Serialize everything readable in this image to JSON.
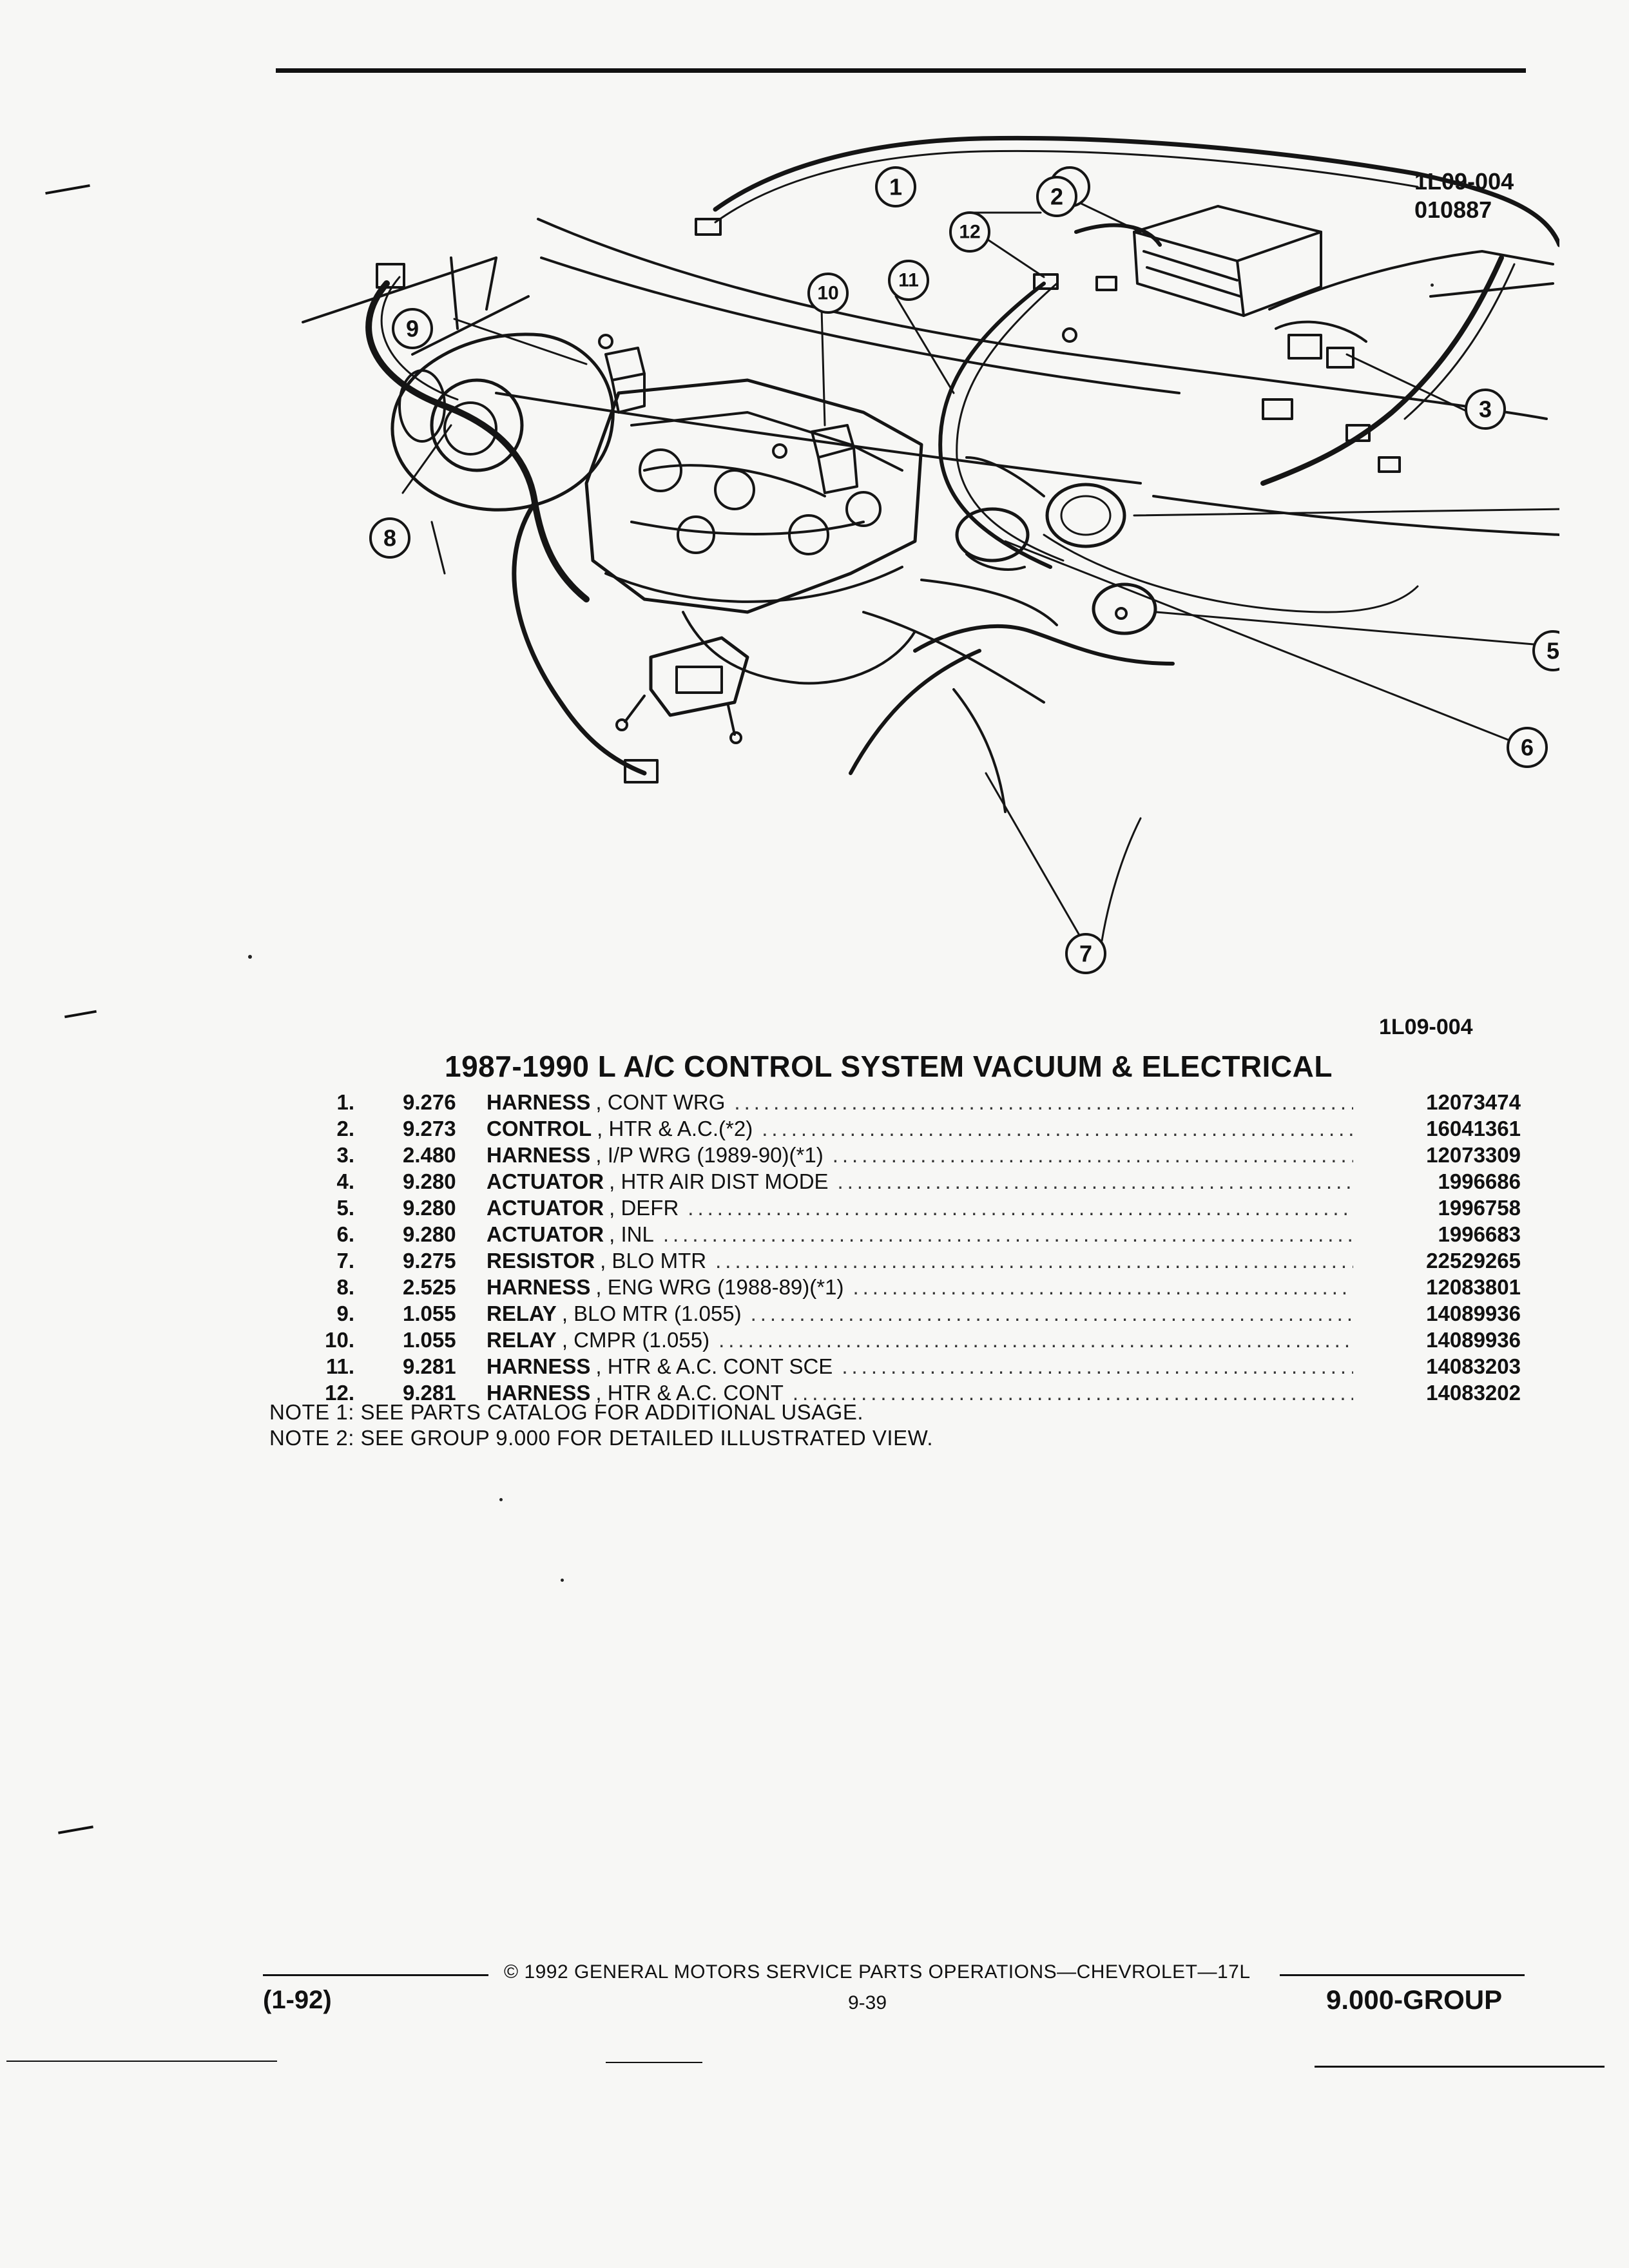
{
  "figure": {
    "id_top": [
      "1L09-004",
      "010887"
    ],
    "id_bottom": "1L09-004",
    "callouts": [
      "1",
      "2",
      "3",
      "4",
      "5",
      "6",
      "7",
      "8",
      "9",
      "10",
      "11",
      "12"
    ]
  },
  "title": "1987-1990 L A/C CONTROL SYSTEM VACUUM & ELECTRICAL",
  "parts": [
    {
      "num": "1.",
      "group": "9.276",
      "name": "HARNESS",
      "desc": ", CONT WRG",
      "part": "12073474"
    },
    {
      "num": "2.",
      "group": "9.273",
      "name": "CONTROL",
      "desc": ", HTR & A.C.(*2)",
      "part": "16041361"
    },
    {
      "num": "3.",
      "group": "2.480",
      "name": "HARNESS",
      "desc": ", I/P WRG (1989-90)(*1)",
      "part": "12073309"
    },
    {
      "num": "4.",
      "group": "9.280",
      "name": "ACTUATOR",
      "desc": ", HTR AIR DIST MODE",
      "part": "1996686"
    },
    {
      "num": "5.",
      "group": "9.280",
      "name": "ACTUATOR",
      "desc": ", DEFR",
      "part": "1996758"
    },
    {
      "num": "6.",
      "group": "9.280",
      "name": "ACTUATOR",
      "desc": ", INL",
      "part": "1996683"
    },
    {
      "num": "7.",
      "group": "9.275",
      "name": "RESISTOR",
      "desc": ", BLO MTR",
      "part": "22529265"
    },
    {
      "num": "8.",
      "group": "2.525",
      "name": "HARNESS",
      "desc": ", ENG WRG (1988-89)(*1)",
      "part": "12083801"
    },
    {
      "num": "9.",
      "group": "1.055",
      "name": "RELAY",
      "desc": ", BLO MTR (1.055)",
      "part": "14089936"
    },
    {
      "num": "10.",
      "group": "1.055",
      "name": "RELAY",
      "desc": ", CMPR (1.055)",
      "part": "14089936"
    },
    {
      "num": "11.",
      "group": "9.281",
      "name": "HARNESS",
      "desc": ", HTR & A.C. CONT SCE",
      "part": "14083203"
    },
    {
      "num": "12.",
      "group": "9.281",
      "name": "HARNESS",
      "desc": ", HTR & A.C. CONT",
      "part": "14083202"
    }
  ],
  "notes": [
    "NOTE  1:  SEE PARTS CATALOG FOR ADDITIONAL USAGE.",
    "NOTE  2:  SEE GROUP 9.000 FOR DETAILED ILLUSTRATED VIEW."
  ],
  "footer": {
    "copyright": "©  1992  GENERAL MOTORS SERVICE PARTS OPERATIONS—CHEVROLET—17L",
    "page": "9-39",
    "date": "(1-92)",
    "group": "9.000-GROUP"
  }
}
